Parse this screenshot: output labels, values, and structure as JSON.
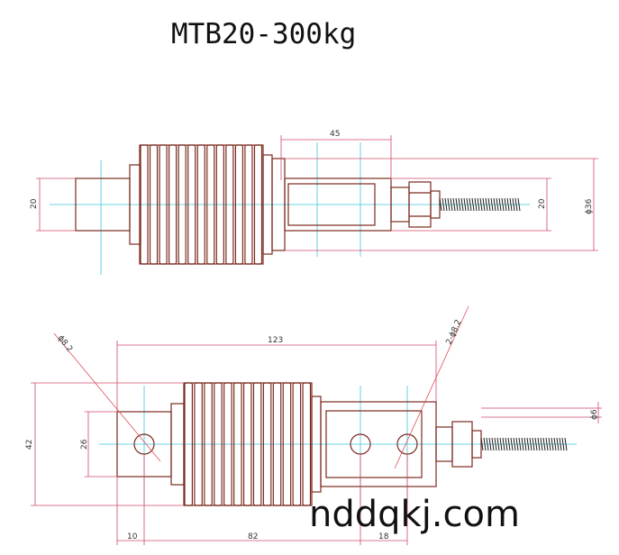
{
  "title": "MTB20-300kg",
  "watermark": "nddqkj.com",
  "top_view": {
    "dim_45": "45",
    "dim_20_left": "20",
    "dim_20_right": "20",
    "dim_phi36": "ϕ36"
  },
  "bottom_view": {
    "dim_123": "123",
    "dim_42": "42",
    "dim_26": "26",
    "dim_10": "10",
    "dim_82": "82",
    "dim_18": "18",
    "dim_hole_left": "ϕ8.2",
    "dim_hole_right": "2-ϕ8.2",
    "dim_cable": "ϕ6"
  }
}
